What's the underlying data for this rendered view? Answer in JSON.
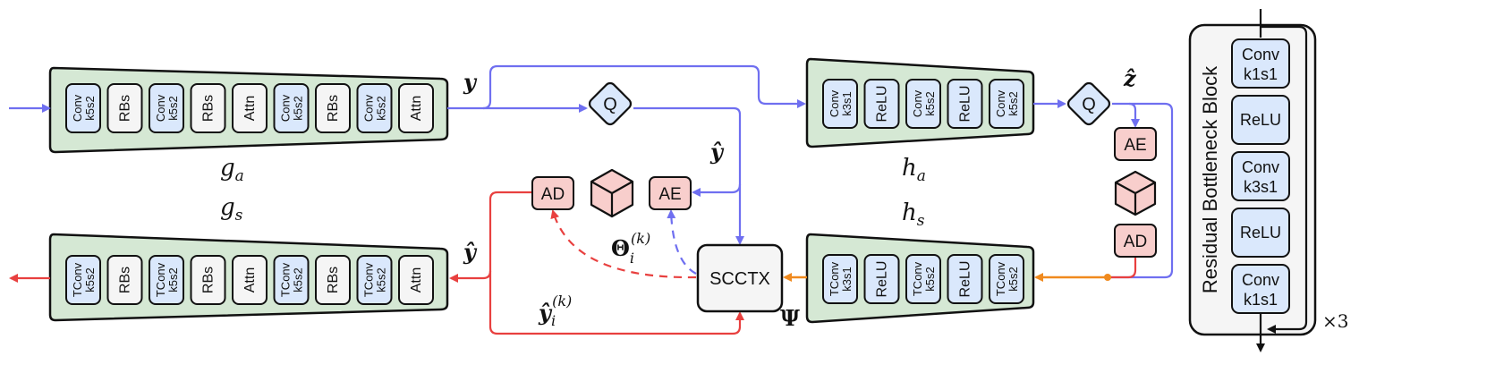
{
  "labels": {
    "g_a": "g",
    "g_a_sub": "a",
    "g_s": "g",
    "g_s_sub": "s",
    "h_a": "h",
    "h_a_sub": "a",
    "h_s": "h",
    "h_s_sub": "s",
    "y": "y",
    "y_hat_top": "ŷ",
    "y_hat_left": "ŷ",
    "z_hat": "ẑ",
    "theta": "Θ",
    "theta_sub": "i",
    "theta_sup": "(k)",
    "y_hat_i": "ŷ",
    "y_hat_i_sub": "i",
    "y_hat_i_sup": "(k)",
    "psi": "Ψ",
    "times3": "×3",
    "scctx": "SCCTX",
    "q": "Q",
    "ae": "AE",
    "ad": "AD",
    "rb_title": "Residual Bottleneck Block"
  },
  "g_a_blocks": [
    {
      "l1": "Conv",
      "l2": "k5s2",
      "kind": "conv"
    },
    {
      "l1": "RBs",
      "l2": "",
      "kind": "plain"
    },
    {
      "l1": "Conv",
      "l2": "k5s2",
      "kind": "conv"
    },
    {
      "l1": "RBs",
      "l2": "",
      "kind": "plain"
    },
    {
      "l1": "Attn",
      "l2": "",
      "kind": "plain"
    },
    {
      "l1": "Conv",
      "l2": "k5s2",
      "kind": "conv"
    },
    {
      "l1": "RBs",
      "l2": "",
      "kind": "plain"
    },
    {
      "l1": "Conv",
      "l2": "k5s2",
      "kind": "conv"
    },
    {
      "l1": "Attn",
      "l2": "",
      "kind": "plain"
    }
  ],
  "g_s_blocks": [
    {
      "l1": "TConv",
      "l2": "k5s2",
      "kind": "conv"
    },
    {
      "l1": "RBs",
      "l2": "",
      "kind": "plain"
    },
    {
      "l1": "TConv",
      "l2": "k5s2",
      "kind": "conv"
    },
    {
      "l1": "RBs",
      "l2": "",
      "kind": "plain"
    },
    {
      "l1": "Attn",
      "l2": "",
      "kind": "plain"
    },
    {
      "l1": "TConv",
      "l2": "k5s2",
      "kind": "conv"
    },
    {
      "l1": "RBs",
      "l2": "",
      "kind": "plain"
    },
    {
      "l1": "TConv",
      "l2": "k5s2",
      "kind": "conv"
    },
    {
      "l1": "Attn",
      "l2": "",
      "kind": "plain"
    }
  ],
  "h_a_blocks": [
    {
      "l1": "Conv",
      "l2": "k3s1",
      "kind": "conv"
    },
    {
      "l1": "ReLU",
      "l2": "",
      "kind": "conv"
    },
    {
      "l1": "Conv",
      "l2": "k5s2",
      "kind": "conv"
    },
    {
      "l1": "ReLU",
      "l2": "",
      "kind": "conv"
    },
    {
      "l1": "Conv",
      "l2": "k5s2",
      "kind": "conv"
    }
  ],
  "h_s_blocks": [
    {
      "l1": "TConv",
      "l2": "k3s1",
      "kind": "conv"
    },
    {
      "l1": "ReLU",
      "l2": "",
      "kind": "conv"
    },
    {
      "l1": "TConv",
      "l2": "k5s2",
      "kind": "conv"
    },
    {
      "l1": "ReLU",
      "l2": "",
      "kind": "conv"
    },
    {
      "l1": "TConv",
      "l2": "k5s2",
      "kind": "conv"
    }
  ],
  "rb_blocks": [
    {
      "l1": "Conv",
      "l2": "k1s1"
    },
    {
      "l1": "ReLU",
      "l2": ""
    },
    {
      "l1": "Conv",
      "l2": "k3s1"
    },
    {
      "l1": "ReLU",
      "l2": ""
    },
    {
      "l1": "Conv",
      "l2": "k1s1"
    }
  ],
  "colors": {
    "trapezoid_fill": "#d5e8d4",
    "conv_fill": "#dae8fc",
    "plain_fill": "#f5f5f5",
    "ae_ad_fill": "#f8cecc",
    "blue_arrow": "#6f6ff0",
    "red_arrow": "#e8403f",
    "orange_arrow": "#f08a1e",
    "rb_bg": "#f5f5f5"
  }
}
